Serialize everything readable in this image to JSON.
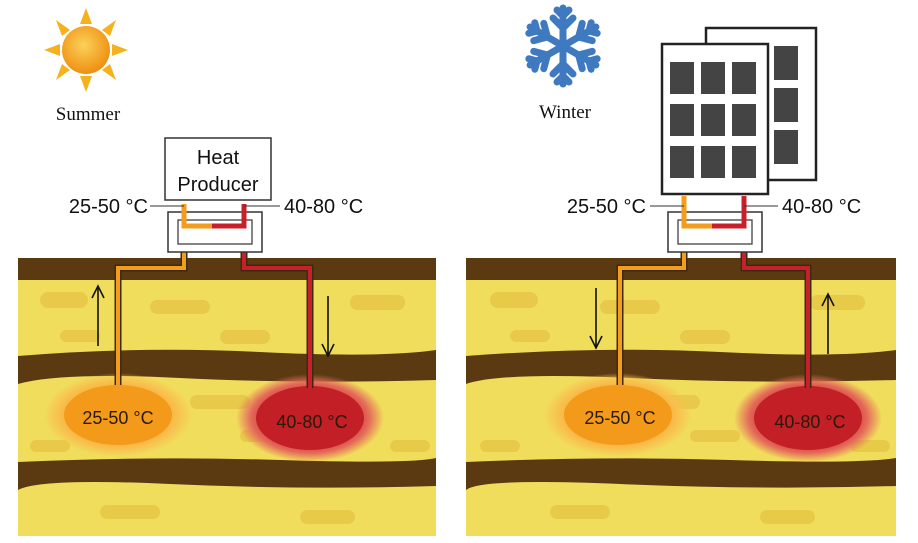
{
  "summer": {
    "season_label": "Summer",
    "device_label_line1": "Heat",
    "device_label_line2": "Producer",
    "pipe_left_temp": "25-50 °C",
    "pipe_right_temp": "40-80 °C",
    "reservoir_left_temp": "25-50 °C",
    "reservoir_right_temp": "40-80 °C",
    "left_flow": "up",
    "right_flow": "down"
  },
  "winter": {
    "season_label": "Winter",
    "pipe_left_temp": "25-50 °C",
    "pipe_right_temp": "40-80 °C",
    "reservoir_left_temp": "25-50 °C",
    "reservoir_right_temp": "40-80 °C",
    "left_flow": "down",
    "right_flow": "up"
  },
  "icons": {
    "summer": "sun-icon",
    "winter": "snowflake-icon",
    "building": "building-icon"
  },
  "colors": {
    "warm_pipe": "#f39c1e",
    "hot_pipe": "#c8202a",
    "soil_dark": "#5b3a12",
    "soil_light": "#f3df5a",
    "snowflake": "#3f79c0",
    "sun": "#f5a51c"
  }
}
